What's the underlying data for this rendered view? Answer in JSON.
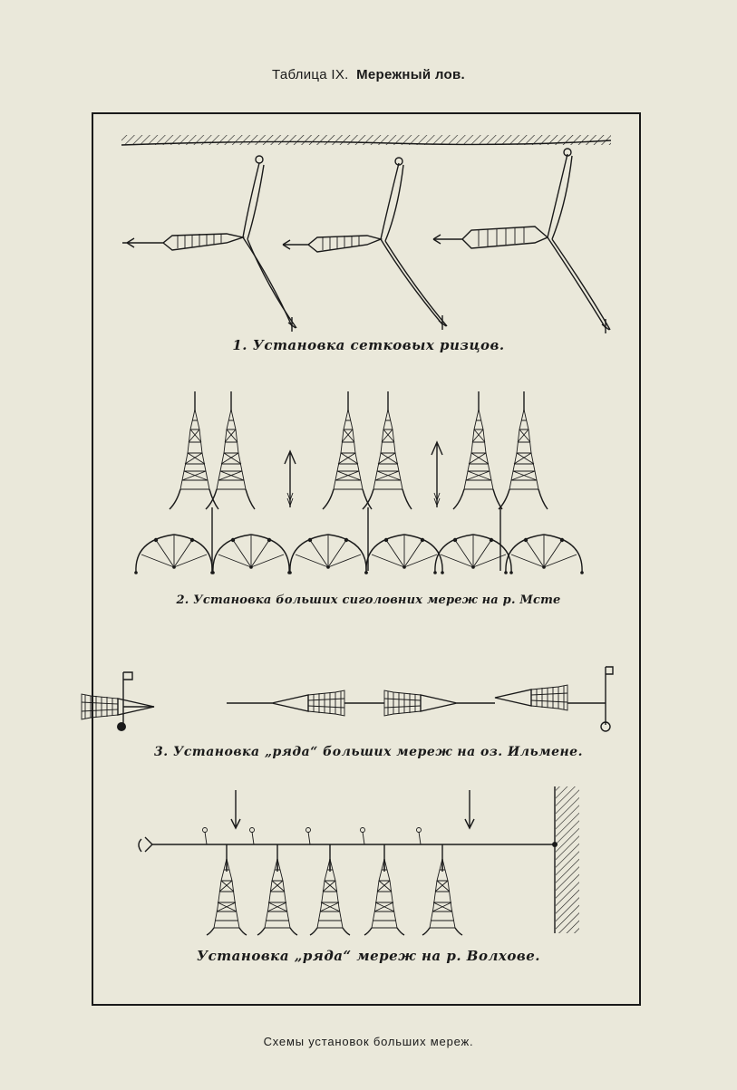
{
  "header": {
    "table_label": "Таблица IX.",
    "topic": "Мережный лов."
  },
  "figures": [
    {
      "caption": "1. Установка сетковых ризцов."
    },
    {
      "caption": "2. Установка больших сиголовних мереж на р. Мсте"
    },
    {
      "caption": "3. Установка „ряда“ больших мереж на оз. Ильмене."
    },
    {
      "caption": "Установка „ряда“ мереж на р. Волхове."
    }
  ],
  "footer": {
    "caption": "Схемы установок больших мереж."
  }
}
